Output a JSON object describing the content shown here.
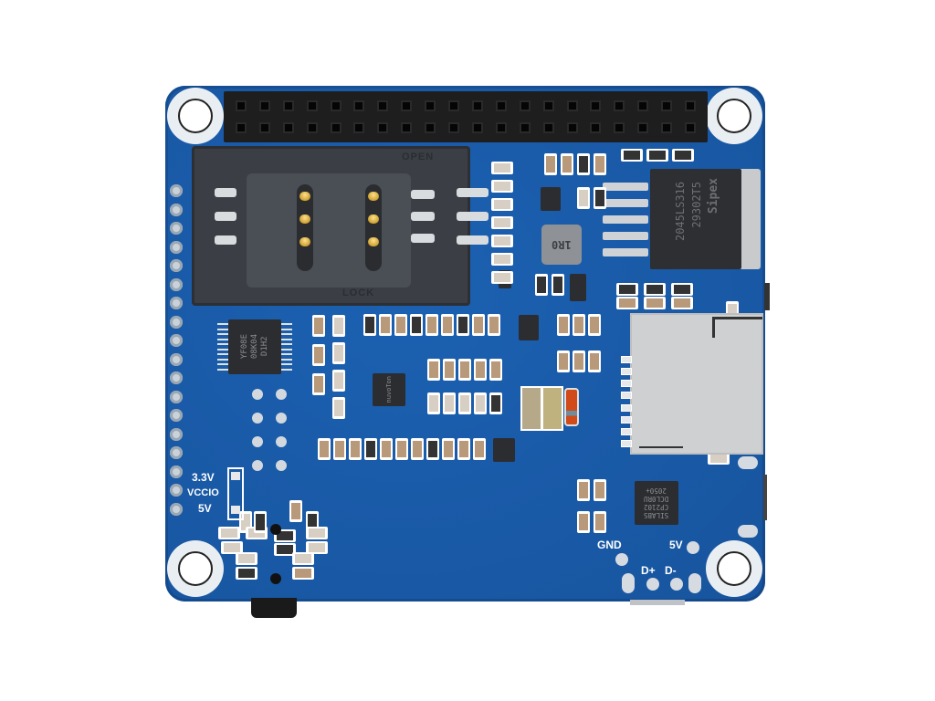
{
  "scene": {
    "description": "Top view of a blue Raspberry Pi HAT PCB with SIM card holder, microSD slot, 40-pin header and USB-UART bridge",
    "background_color": "#ffffff",
    "board_color": "#1a5aa6"
  },
  "header": {
    "pins": 40,
    "rows": 2,
    "columns": 20
  },
  "sim_holder": {
    "label_open": "OPEN",
    "label_lock": "LOCK"
  },
  "chips": {
    "regulator": {
      "brand": "Sipex",
      "line1": "29302T5",
      "line2": "2045LS316"
    },
    "level_shifter": {
      "line1": "YF08E",
      "line2": "08K04",
      "line3": "D1H2"
    },
    "mcu": {
      "brand": "nuvoTon"
    },
    "usb_uart": {
      "line1": "SILABS",
      "line2": "CP2102",
      "line3": "DCL0RU",
      "line4": "2050+"
    },
    "inductor": {
      "marking": "1R0"
    }
  },
  "silkscreen": {
    "voltage_3v3": "3.3V",
    "vccio": "VCCIO",
    "voltage_5v": "5V",
    "gnd": "GND",
    "usb_5v": "5V",
    "dplus": "D+",
    "dminus": "D-"
  }
}
